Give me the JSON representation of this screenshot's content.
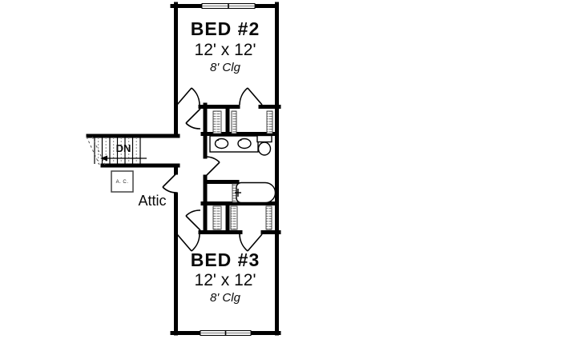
{
  "plan": {
    "bed2": {
      "label": "BED #2",
      "size": "12' x 12'",
      "ceiling": "8' Clg"
    },
    "bed3": {
      "label": "BED #3",
      "size": "12' x 12'",
      "ceiling": "8' Clg"
    },
    "attic_label": "Attic",
    "stairs_label": "DN",
    "ac_label": "A. C."
  },
  "fixtures": [
    "double-vanity-with-two-sinks",
    "toilet",
    "bathtub",
    "stairs-down",
    "attic-access-door",
    "ac-unit",
    "closet-shelving",
    "window-top",
    "window-bottom"
  ],
  "colors": {
    "line": "#000000",
    "window_glass": "#9a9a9a",
    "shelf_hatch": "#555555",
    "background": "#ffffff"
  }
}
